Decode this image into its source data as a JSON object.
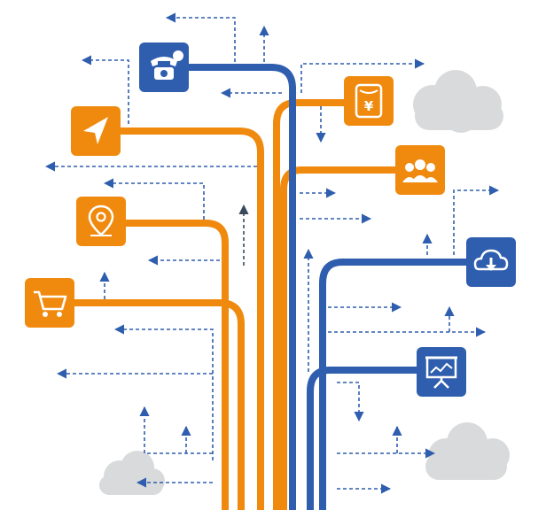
{
  "colors": {
    "orange": "#F08A0F",
    "blue": "#2F5EAE",
    "dash": "#2F5EAE",
    "dark_arrow": "#3A4A5E",
    "cloud": "#D9DADB",
    "icon_glyph": "#FFFFFF"
  },
  "icons": [
    {
      "name": "telephone-icon",
      "semantic": "telephone",
      "color": "blue"
    },
    {
      "name": "navigation-icon",
      "semantic": "navigation-arrow",
      "color": "orange"
    },
    {
      "name": "money-icon",
      "semantic": "yen-wallet",
      "color": "orange"
    },
    {
      "name": "group-icon",
      "semantic": "people-group",
      "color": "orange"
    },
    {
      "name": "location-pin-icon",
      "semantic": "map-pin",
      "color": "orange"
    },
    {
      "name": "cloud-download-icon",
      "semantic": "cloud-download",
      "color": "blue"
    },
    {
      "name": "shopping-cart-icon",
      "semantic": "shopping-cart",
      "color": "orange"
    },
    {
      "name": "presentation-icon",
      "semantic": "presentation-board",
      "color": "blue"
    }
  ],
  "text": {
    "money_glyph": "¥"
  }
}
